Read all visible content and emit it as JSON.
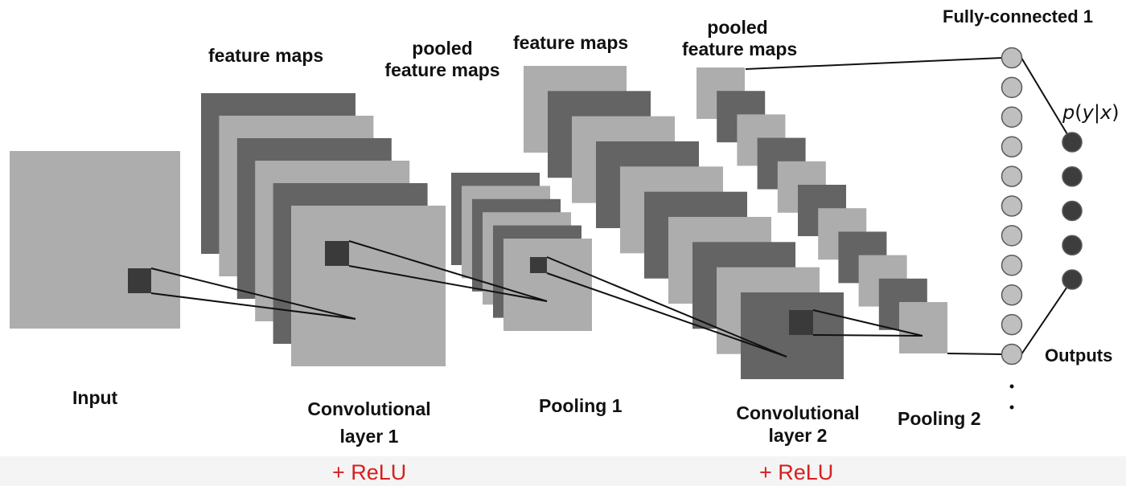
{
  "colors": {
    "light": "#adadad",
    "dark": "#646464",
    "kernel": "#3a3a3a",
    "line": "#111111",
    "node_light": "#bfbfbf",
    "node_dark": "#3d3d3d",
    "relu": "#d81e1e",
    "band": "#f4f4f4"
  },
  "labels": {
    "input": "Input",
    "feature_maps_1": "feature maps",
    "pooled_1_line1": "pooled",
    "pooled_1_line2": "feature maps",
    "feature_maps_2": "feature maps",
    "pooled_2_line1": "pooled",
    "pooled_2_line2": "feature maps",
    "fully_connected": "Fully-connected 1",
    "outputs": "Outputs",
    "conv1_line1": "Convolutional",
    "conv1_line2": "layer 1",
    "pool1": "Pooling 1",
    "conv2_line1": "Convolutional",
    "conv2_line2": "layer 2",
    "pool2": "Pooling 2",
    "relu_1": "+ ReLU",
    "relu_2": "+ ReLU"
  },
  "probability": {
    "p": "p",
    "open": "(",
    "y": "y",
    "bar": "|",
    "x": "x",
    "close": ")"
  },
  "layers": {
    "feature_maps_1": {
      "count": 6,
      "start_tone": "dark"
    },
    "pooled_1": {
      "count": 6,
      "start_tone": "dark"
    },
    "feature_maps_2": {
      "count": 10,
      "start_tone": "light"
    },
    "pooled_2": {
      "count": 11,
      "start_tone": "light"
    }
  },
  "fully_connected_nodes": 11,
  "output_nodes": 5
}
